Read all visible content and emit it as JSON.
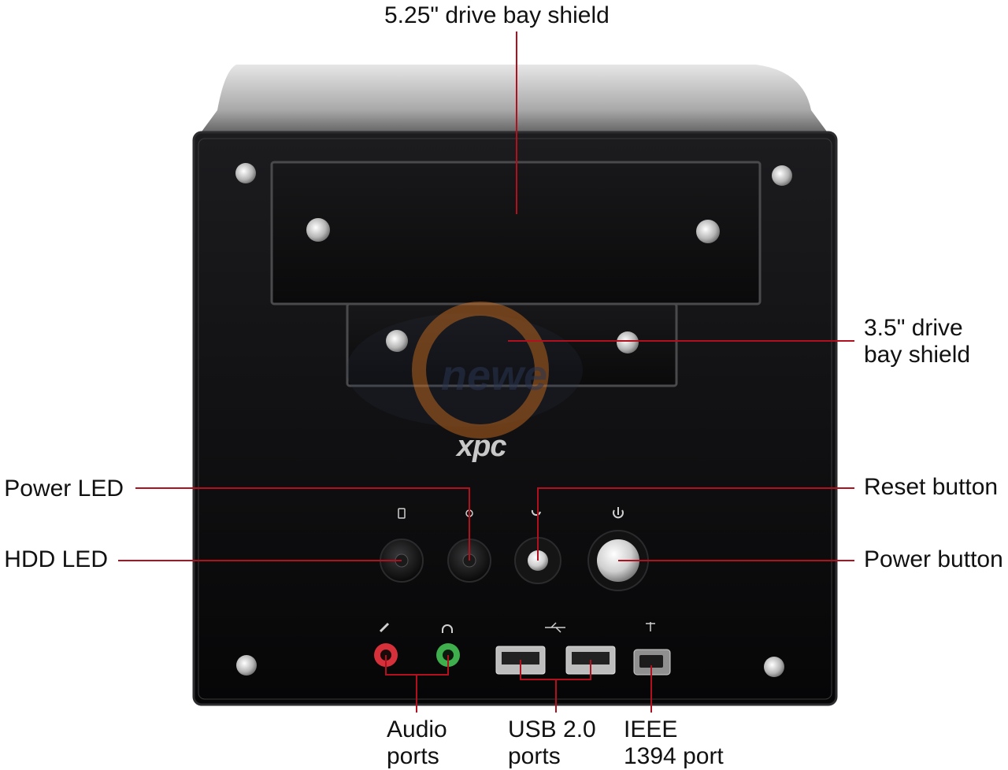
{
  "labels": {
    "drive_525": "5.25\" drive bay shield",
    "drive_35": "3.5\" drive\nbay shield",
    "power_led": "Power LED",
    "hdd_led": "HDD LED",
    "reset_button": "Reset button",
    "power_button": "Power button",
    "audio_ports": "Audio\nports",
    "usb_ports": "USB 2.0\nports",
    "ieee_port": "IEEE\n1394 port"
  },
  "brand": "xpc",
  "watermark": "newe",
  "colors": {
    "leader_line": "#b3101f",
    "case_body": "#0d0d0f",
    "case_top": "#c9c9c9",
    "mic_port": "#d6313b",
    "headphone_port": "#3fae4d",
    "watermark_orange": "#d9731f"
  },
  "icons": {
    "drive_icon": "hdd-symbol",
    "led_icon": "light-symbol",
    "reset_icon": "reset-symbol",
    "power_icon": "power-symbol",
    "mic_icon": "microphone-symbol",
    "headphone_icon": "headphone-symbol",
    "usb_icon": "usb-symbol",
    "firewire_icon": "firewire-symbol"
  }
}
